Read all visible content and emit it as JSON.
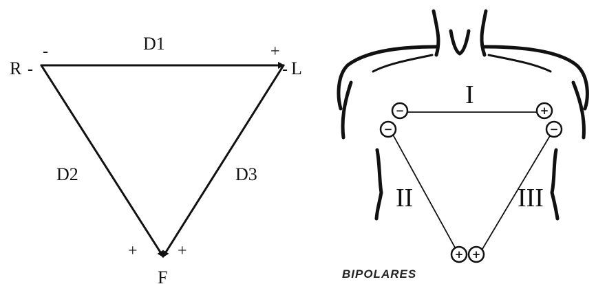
{
  "triangle": {
    "vertices": {
      "right": "R",
      "left": "L",
      "foot": "F"
    },
    "leads": {
      "top": "D1",
      "left_side": "D2",
      "right_side": "D3"
    },
    "polarity": {
      "r_top": "-",
      "r_side": "-",
      "l_top": "+",
      "l_side": "-",
      "f_left": "+",
      "f_right": "+"
    }
  },
  "body_figure": {
    "leads": {
      "top": "I",
      "left": "II",
      "right": "III"
    },
    "electrodes": {
      "top_left": "−",
      "top_right": "+",
      "mid_left": "−",
      "mid_right": "−",
      "bottom_left": "+",
      "bottom_right": "+"
    },
    "caption": "BIPOLARES"
  }
}
